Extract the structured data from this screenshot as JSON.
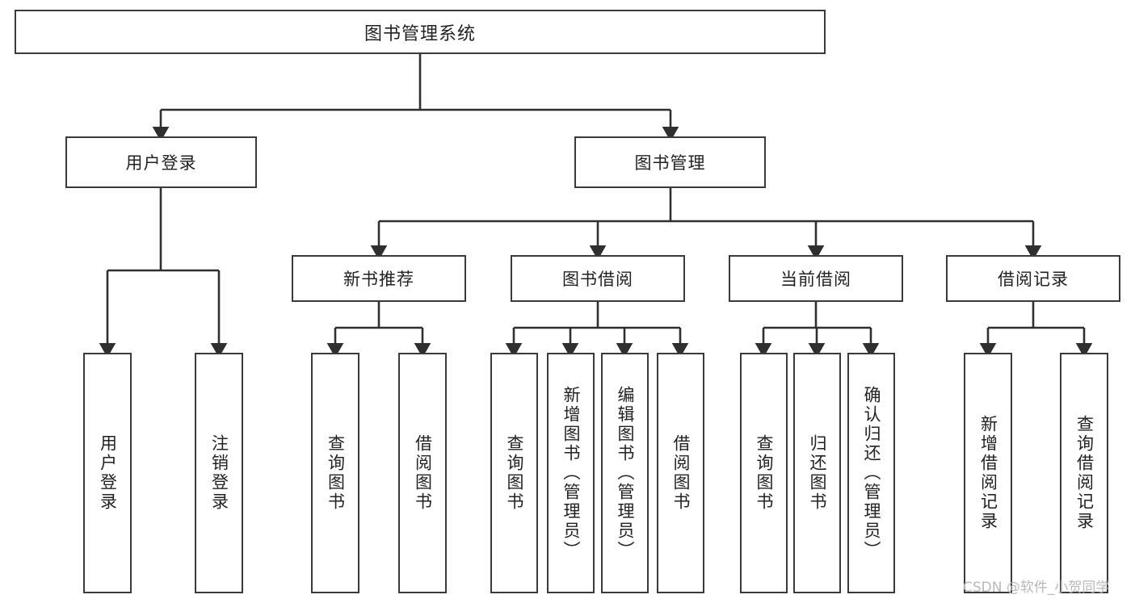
{
  "diagram": {
    "type": "tree",
    "title": "图书管理系统",
    "watermark": "CSDN @软件_小贺同学",
    "colors": {
      "box_border": "#3a3a3a",
      "box_fill": "#ffffff",
      "connector": "#2f2f2f",
      "text": "#222222",
      "watermark": "#b9b9b9"
    },
    "nodes": {
      "root": {
        "label": "图书管理系统"
      },
      "level2": [
        {
          "id": "user-login",
          "label": "用户登录"
        },
        {
          "id": "book-manage",
          "label": "图书管理"
        }
      ],
      "level3": [
        {
          "id": "new-book-rec",
          "label": "新书推荐"
        },
        {
          "id": "book-borrow",
          "label": "图书借阅"
        },
        {
          "id": "current-borrow",
          "label": "当前借阅"
        },
        {
          "id": "borrow-record",
          "label": "借阅记录"
        }
      ],
      "leaves": [
        {
          "id": "leaf-user-login",
          "label": "用户登录",
          "parent": "user-login"
        },
        {
          "id": "leaf-user-logout",
          "label": "注销登录",
          "parent": "user-login"
        },
        {
          "id": "leaf-query-book-1",
          "label": "查询图书",
          "parent": "new-book-rec"
        },
        {
          "id": "leaf-borrow-book-1",
          "label": "借阅图书",
          "parent": "new-book-rec"
        },
        {
          "id": "leaf-query-book-2",
          "label": "查询图书",
          "parent": "book-borrow"
        },
        {
          "id": "leaf-add-book",
          "label": "新增图书（管理员）",
          "parent": "book-borrow"
        },
        {
          "id": "leaf-edit-book",
          "label": "编辑图书（管理员）",
          "parent": "book-borrow"
        },
        {
          "id": "leaf-borrow-book-2",
          "label": "借阅图书",
          "parent": "book-borrow"
        },
        {
          "id": "leaf-query-book-3",
          "label": "查询图书",
          "parent": "current-borrow"
        },
        {
          "id": "leaf-return-book",
          "label": "归还图书",
          "parent": "current-borrow"
        },
        {
          "id": "leaf-confirm-return",
          "label": "确认归还（管理员）",
          "parent": "current-borrow"
        },
        {
          "id": "leaf-add-record",
          "label": "新增借阅记录",
          "parent": "borrow-record"
        },
        {
          "id": "leaf-query-record",
          "label": "查询借阅记录",
          "parent": "borrow-record"
        }
      ]
    }
  }
}
